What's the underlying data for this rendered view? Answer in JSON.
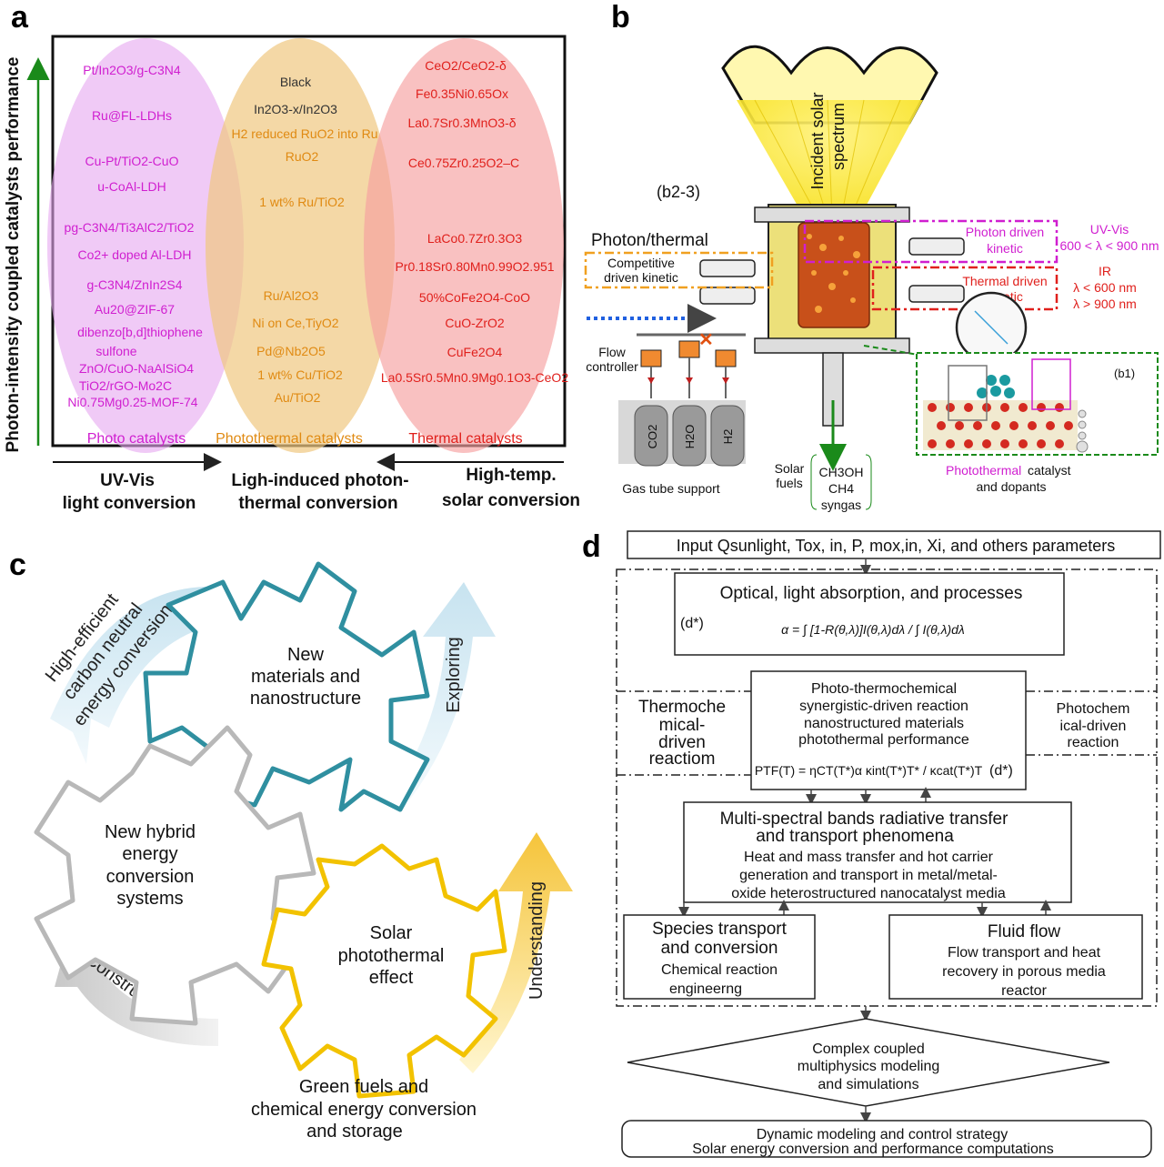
{
  "panels": {
    "a": "a",
    "b": "b",
    "c": "c",
    "d": "d"
  },
  "panel_a": {
    "y_axis_label": "Photon-intensity coupled catalysts performance",
    "photo_items": [
      "Pt/In2O3/g-C3N4",
      "Ru@FL-LDHs",
      "Cu-Pt/TiO2-CuO",
      "u-CoAl-LDH",
      "pg-C3N4/Ti3AlC2/TiO2",
      "Co2+ doped Al-LDH",
      "g-C3N4/ZnIn2S4",
      "Au20@ZIF-67",
      "dibenzo[b,d]thiophene",
      "sulfone",
      "ZnO/CuO-NaAlSiO4",
      "TiO2/rGO-Mo2C",
      "Ni0.75Mg0.25-MOF-74"
    ],
    "photothermal_items": [
      "Black",
      "In2O3-x/In2O3",
      "H2 reduced RuO2 into Ru",
      "RuO2",
      "1 wt% Ru/TiO2",
      "Ru/Al2O3",
      "Ni on Ce,TiyO2",
      "Pd@Nb2O5",
      "1 wt% Cu/TiO2",
      "Au/TiO2"
    ],
    "thermal_items": [
      "CeO2/CeO2-δ",
      "Fe0.35Ni0.65Ox",
      "La0.7Sr0.3MnO3-δ",
      "Ce0.75Zr0.25O2–C",
      "LaCo0.7Zr0.3O3",
      "Pr0.18Sr0.80Mn0.99O2.951",
      "50%CoFe2O4-CoO",
      "CuO-ZrO2",
      "CuFe2O4",
      "La0.5Sr0.5Mn0.9Mg0.1O3-CeO2"
    ],
    "group_labels": {
      "photo": "Photo catalysts",
      "photothermal": "Photothermal catalysts",
      "thermal": "Thermal catalysts"
    },
    "bottom_labels": {
      "left1": "UV-Vis",
      "left2": "light conversion",
      "mid1": "Ligh-induced photon-",
      "mid2": "thermal conversion",
      "right1": "High-temp.",
      "right2": "solar conversion"
    }
  },
  "panel_b": {
    "incident1": "Incident solar",
    "incident2": "spectrum",
    "b23": "(b2-3)",
    "b1": "(b1)",
    "photon_thermal": "Photon/thermal",
    "competitive1": "Competitive",
    "competitive2": "driven kinetic",
    "photon_driven1": "Photon driven",
    "photon_driven2": "kinetic",
    "thermal_driven1": "Thermal driven",
    "thermal_driven2": "kinetic",
    "uvvis": "UV-Vis",
    "uvvis_range": "600 < λ < 900 nm",
    "ir": "IR",
    "ir_r1": "λ < 600 nm",
    "ir_r2": "λ > 900 nm",
    "flow1": "Flow",
    "flow2": "controller",
    "gases": [
      "CO2",
      "H2O",
      "H2"
    ],
    "gas_support": "Gas tube support",
    "solar_fuels1": "Solar",
    "solar_fuels2": "fuels",
    "fuels": [
      "CH3OH",
      "CH4",
      "syngas"
    ],
    "photothermal_word": "Photothermal",
    "catalyst_rest": " catalyst",
    "dopants": "and dopants"
  },
  "panel_c": {
    "gear_top": [
      "New",
      "materials and",
      "nanostructure"
    ],
    "gear_left": [
      "New hybrid",
      "energy",
      "conversion",
      "systems"
    ],
    "gear_bottom": [
      "Solar",
      "photothermal",
      "effect"
    ],
    "arrow_top_left": [
      "High-efficient",
      "carbon neutral",
      "energy conversion"
    ],
    "arrow_right_top": "Exploring",
    "arrow_right_bottom": "Understanding",
    "arrow_left_bottom": "Constructing",
    "bottom_text": [
      "Green fuels and",
      "chemical energy conversion",
      "and storage"
    ]
  },
  "panel_d": {
    "input": "Input Qsunlight, Tox, in, P, mox,in, Xi, and others parameters",
    "optical_title": "Optical, light absorption, and processes",
    "dstar": "(d*)",
    "alpha_formula": "α = ∫ [1-R(θ,λ)]I(θ,λ)dλ / ∫ I(θ,λ)dλ",
    "thermo": [
      "Thermoche",
      "mical-",
      "driven",
      "reactiom"
    ],
    "photochem": [
      "Photochem",
      "ical-driven",
      "reaction"
    ],
    "synergy": [
      "Photo-thermochemical",
      "synergistic-driven  reaction",
      "nanostructured materials",
      "photothermal performance"
    ],
    "ptf": "PTF(T) = ηCT(T*)α κint(T*)T* / κcat(T*)T",
    "multi_title": [
      "Multi-spectral bands radiative transfer",
      "and transport phenomena"
    ],
    "multi_text": [
      "Heat and mass transfer and hot carrier",
      "generation and transport in metal/metal-",
      "oxide heterostructured nanocatalyst media"
    ],
    "species_title": [
      "Species transport",
      "and conversion"
    ],
    "species_text": [
      "Chemical reaction",
      "engineerng"
    ],
    "fluid_title": "Fluid flow",
    "fluid_text": [
      "Flow transport and heat",
      "recovery in porous media",
      "reactor"
    ],
    "complex": [
      "Complex coupled",
      "multiphysics modeling",
      "and simulations"
    ],
    "dynamic": [
      "Dynamic modeling and control strategy",
      "Solar energy conversion and performance computations"
    ]
  },
  "colors": {
    "magenta": "#d01fd0",
    "orange": "#e08a12",
    "red": "#e0201c",
    "teal": "#2f8fa0",
    "gray_gear": "#b8b8b8",
    "yellow_gear": "#f2c200",
    "green": "#1a8a1a"
  }
}
